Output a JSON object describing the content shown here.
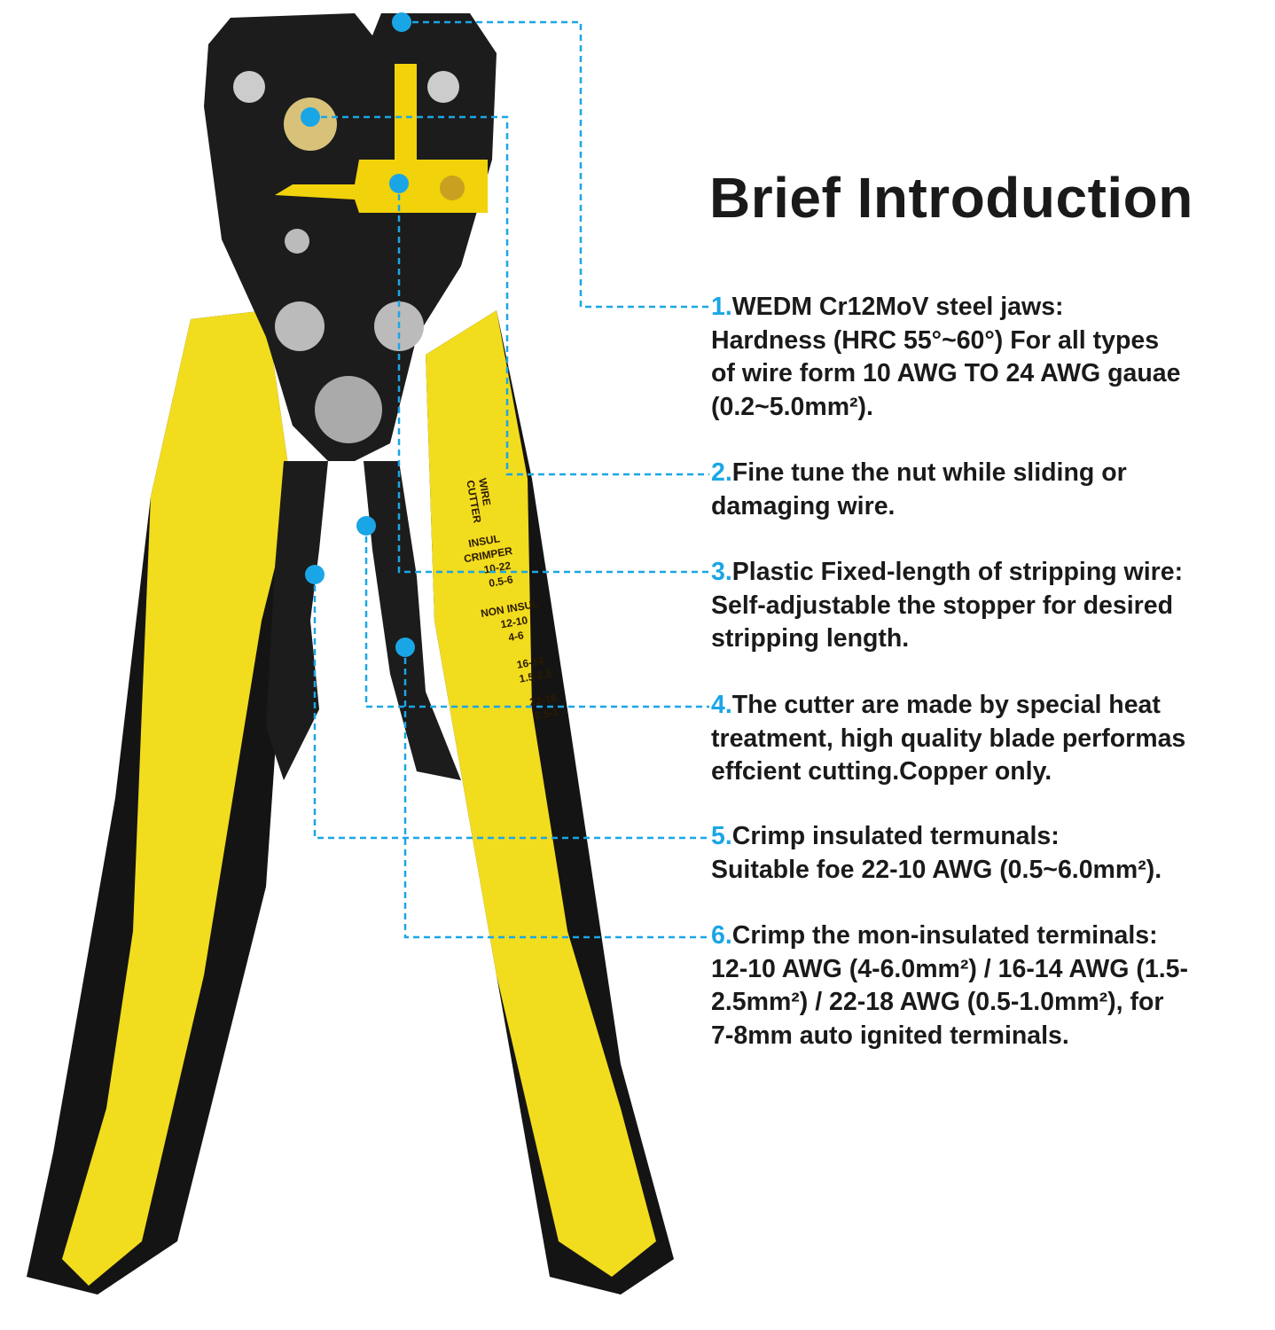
{
  "title": "Brief Introduction",
  "accent_color": "#1aa6e6",
  "tool_labels": {
    "wire_cutter": [
      "WIRE",
      "CUTTER"
    ],
    "insul_crimper": [
      "INSUL",
      "CRIMPER",
      "10-22",
      "0.5-6"
    ],
    "non_insul": [
      "NON INSUL",
      "12-10",
      "4-6"
    ],
    "size_16_14": [
      "16-14",
      "1.5-2.5"
    ],
    "size_22_18": [
      "22-18",
      "0.5-1"
    ]
  },
  "features": [
    {
      "num": "1.",
      "lines": [
        "WEDM Cr12MoV steel jaws:",
        "Hardness (HRC 55°~60°) For all types",
        "of wire form 10 AWG TO 24 AWG gauae",
        "(0.2~5.0mm²)."
      ]
    },
    {
      "num": "2.",
      "lines": [
        "Fine tune the nut while sliding or",
        "damaging wire."
      ]
    },
    {
      "num": "3.",
      "lines": [
        "Plastic Fixed-length of stripping wire:",
        "Self-adjustable the stopper for desired",
        "stripping length."
      ]
    },
    {
      "num": "4.",
      "lines": [
        "The cutter are made by special heat",
        "treatment, high quality blade performas",
        "effcient cutting.Copper only."
      ]
    },
    {
      "num": "5.",
      "lines": [
        "Crimp insulated termunals:",
        "Suitable foe 22-10 AWG (0.5~6.0mm²)."
      ]
    },
    {
      "num": "6.",
      "lines": [
        "Crimp the mon-insulated terminals:",
        "12-10 AWG (4-6.0mm²) / 16-14 AWG (1.5-",
        "2.5mm²) / 22-18 AWG (0.5-1.0mm²), for",
        "7-8mm auto ignited terminals."
      ]
    }
  ]
}
